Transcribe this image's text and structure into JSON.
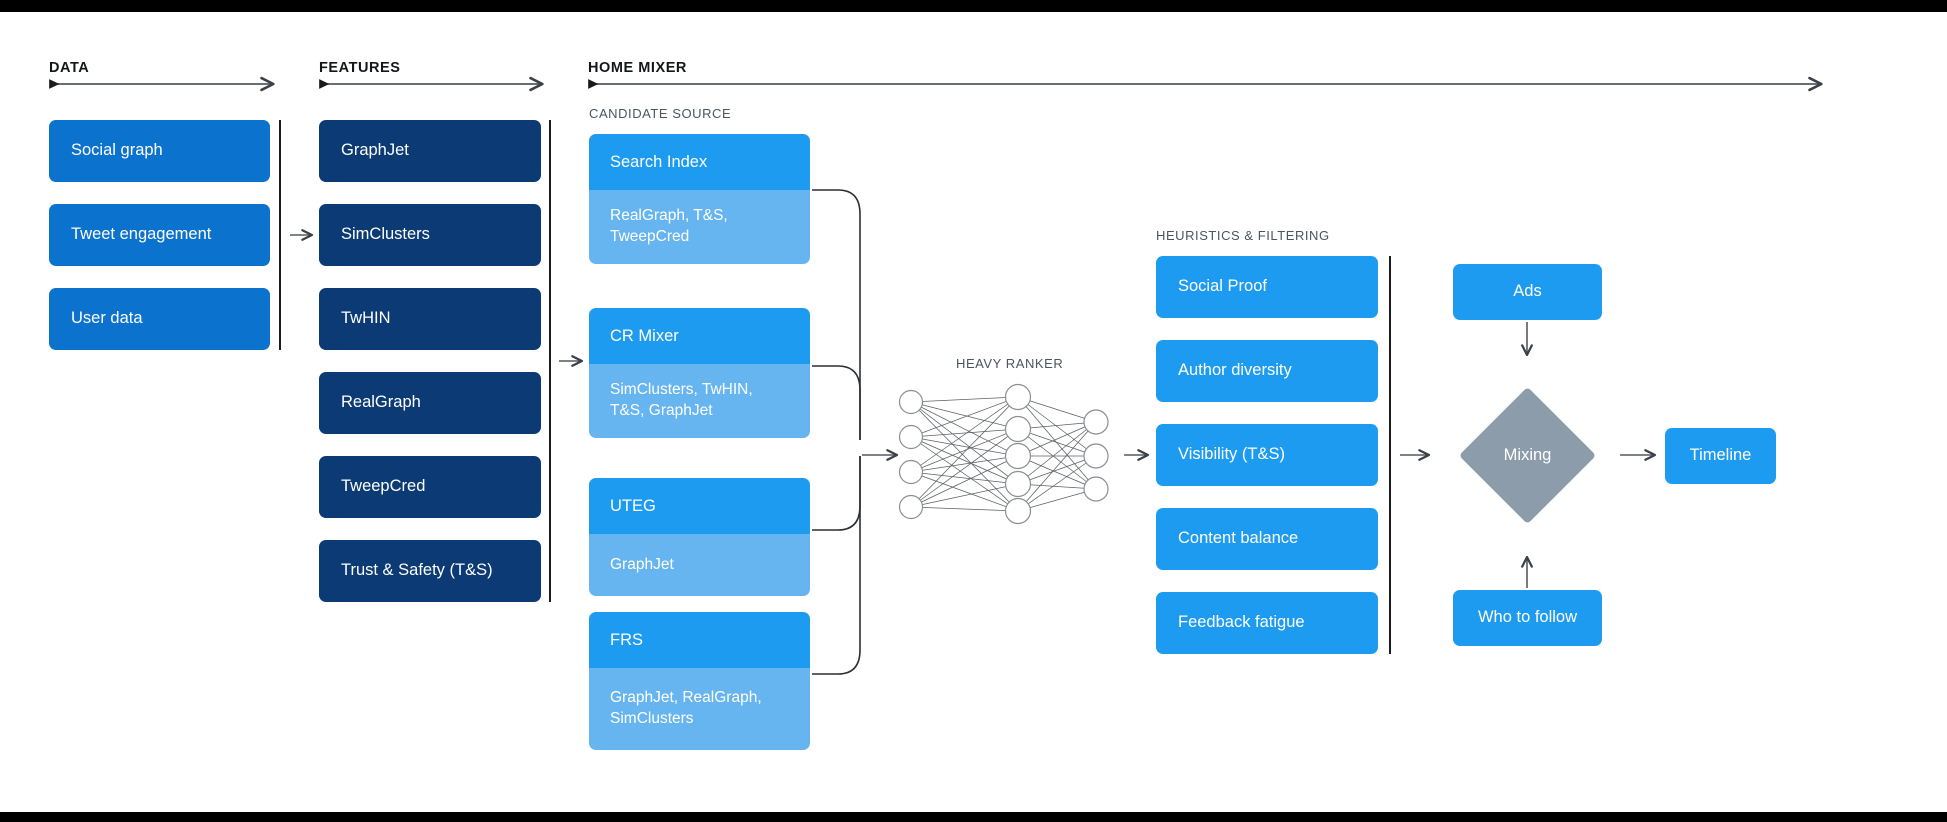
{
  "sections": {
    "data": {
      "title": "DATA"
    },
    "features": {
      "title": "FEATURES"
    },
    "home_mixer": {
      "title": "HOME MIXER"
    },
    "candidate_source": {
      "title": "CANDIDATE SOURCE"
    },
    "heavy_ranker": {
      "title": "HEAVY RANKER"
    },
    "heuristics": {
      "title": "HEURISTICS & FILTERING"
    }
  },
  "data_boxes": [
    {
      "label": "Social graph"
    },
    {
      "label": "Tweet engagement"
    },
    {
      "label": "User data"
    }
  ],
  "feature_boxes": [
    {
      "label": "GraphJet"
    },
    {
      "label": "SimClusters"
    },
    {
      "label": "TwHIN"
    },
    {
      "label": "RealGraph"
    },
    {
      "label": "TweepCred"
    },
    {
      "label": "Trust & Safety (T&S)"
    }
  ],
  "candidate_sources": [
    {
      "title": "Search Index",
      "features": "RealGraph, T&S,\nTweepCred"
    },
    {
      "title": "CR Mixer",
      "features": "SimClusters, TwHIN,\nT&S, GraphJet"
    },
    {
      "title": "UTEG",
      "features": "GraphJet"
    },
    {
      "title": "FRS",
      "features": "GraphJet, RealGraph,\nSimClusters"
    }
  ],
  "heuristic_boxes": [
    {
      "label": "Social Proof"
    },
    {
      "label": "Author diversity"
    },
    {
      "label": "Visibility (T&S)"
    },
    {
      "label": "Content balance"
    },
    {
      "label": "Feedback fatigue"
    }
  ],
  "output_boxes": {
    "ads": {
      "label": "Ads"
    },
    "who_to_follow": {
      "label": "Who to follow"
    },
    "mixing": {
      "label": "Mixing"
    },
    "timeline": {
      "label": "Timeline"
    }
  },
  "neural_net": {
    "input_nodes": 4,
    "hidden_nodes": 5,
    "output_nodes": 3
  },
  "colors": {
    "data_blue": "#0b72ce",
    "feature_navy": "#0b3a75",
    "candidate_header_blue": "#1d9bf0",
    "candidate_body_blue": "#66b5f0",
    "heuristic_blue": "#1d9bf0",
    "output_blue": "#1d9bf0",
    "mixing_gray": "#8d9cab",
    "arrow_gray": "#555b61",
    "background": "#ffffff",
    "bar": "#000000"
  }
}
